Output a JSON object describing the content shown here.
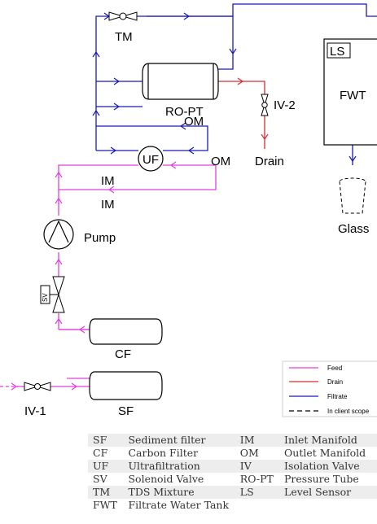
{
  "labels": {
    "tm": "TM",
    "ls": "LS",
    "fwt": "FWT",
    "ro_pt": "RO-PT",
    "iv2": "IV-2",
    "om_top": "OM",
    "om_side": "OM",
    "uf": "UF",
    "drain": "Drain",
    "im_top": "IM",
    "im_bottom": "IM",
    "glass": "Glass",
    "pump": "Pump",
    "sv": "SV",
    "cf": "CF",
    "sf": "SF",
    "iv1": "IV-1"
  },
  "legend": {
    "items": [
      {
        "label": "Feed",
        "color": "#e040e0",
        "style": "solid"
      },
      {
        "label": "Drain",
        "color": "#d03030",
        "style": "solid"
      },
      {
        "label": "Filtrate",
        "color": "#1a1ab8",
        "style": "solid"
      },
      {
        "label": "In client scope",
        "color": "#000000",
        "style": "dashed"
      }
    ]
  },
  "abbreviations": [
    [
      "SF",
      "Sediment filter",
      "IM",
      "Inlet Manifold"
    ],
    [
      "CF",
      "Carbon Filter",
      "OM",
      "Outlet Manifold"
    ],
    [
      "UF",
      "Ultrafiltration",
      "IV",
      "Isolation Valve"
    ],
    [
      "SV",
      "Solenoid Valve",
      "RO-PT",
      "Pressure Tube"
    ],
    [
      "TM",
      "TDS Mixture",
      "LS",
      "Level Sensor"
    ],
    [
      "FWT",
      "Filtrate Water Tank",
      "",
      ""
    ]
  ],
  "colors": {
    "feed": "#e040e0",
    "drain": "#d03030",
    "filtrate": "#1a1ab8",
    "outline": "#000000"
  }
}
